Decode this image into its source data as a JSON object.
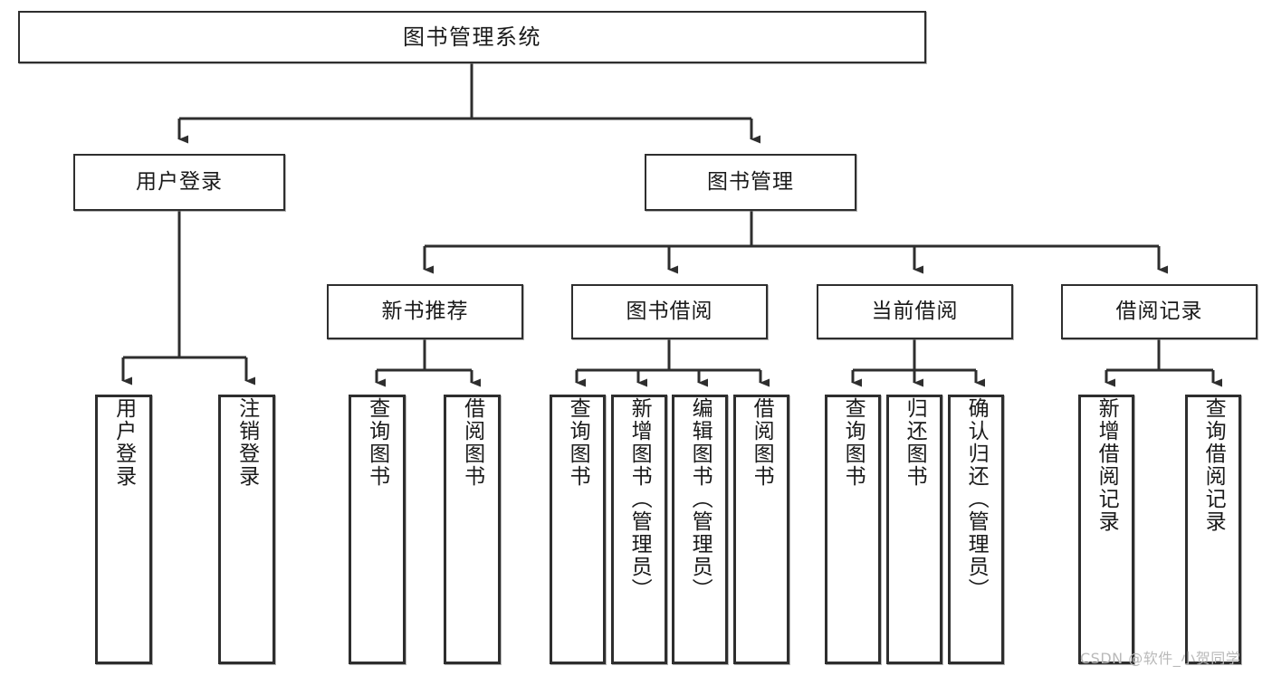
{
  "diagram": {
    "type": "tree",
    "title": "图书管理系统",
    "watermark": "CSDN @软件_小贺同学",
    "colors": {
      "box_border": "#2e2e2e",
      "box_fill": "#ffffff",
      "connector": "#333333",
      "text": "#1a1a1a",
      "watermark": "#b9b9b9"
    },
    "levels": {
      "root": {
        "label": "图书管理系统"
      },
      "level2": [
        {
          "label": "用户登录"
        },
        {
          "label": "图书管理"
        }
      ],
      "level3": [
        {
          "label": "新书推荐"
        },
        {
          "label": "图书借阅"
        },
        {
          "label": "当前借阅"
        },
        {
          "label": "借阅记录"
        }
      ],
      "leaves": {
        "user_login": [
          {
            "label": "用户登录"
          },
          {
            "label": "注销登录"
          }
        ],
        "new_book_recommend": [
          {
            "label": "查询图书"
          },
          {
            "label": "借阅图书"
          }
        ],
        "book_borrow": [
          {
            "label": "查询图书"
          },
          {
            "label": "新增图书（管理员）"
          },
          {
            "label": "编辑图书（管理员）"
          },
          {
            "label": "借阅图书"
          }
        ],
        "current_borrow": [
          {
            "label": "查询图书"
          },
          {
            "label": "归还图书"
          },
          {
            "label": "确认归还（管理员）"
          }
        ],
        "borrow_record": [
          {
            "label": "新增借阅记录"
          },
          {
            "label": "查询借阅记录"
          }
        ]
      }
    }
  }
}
